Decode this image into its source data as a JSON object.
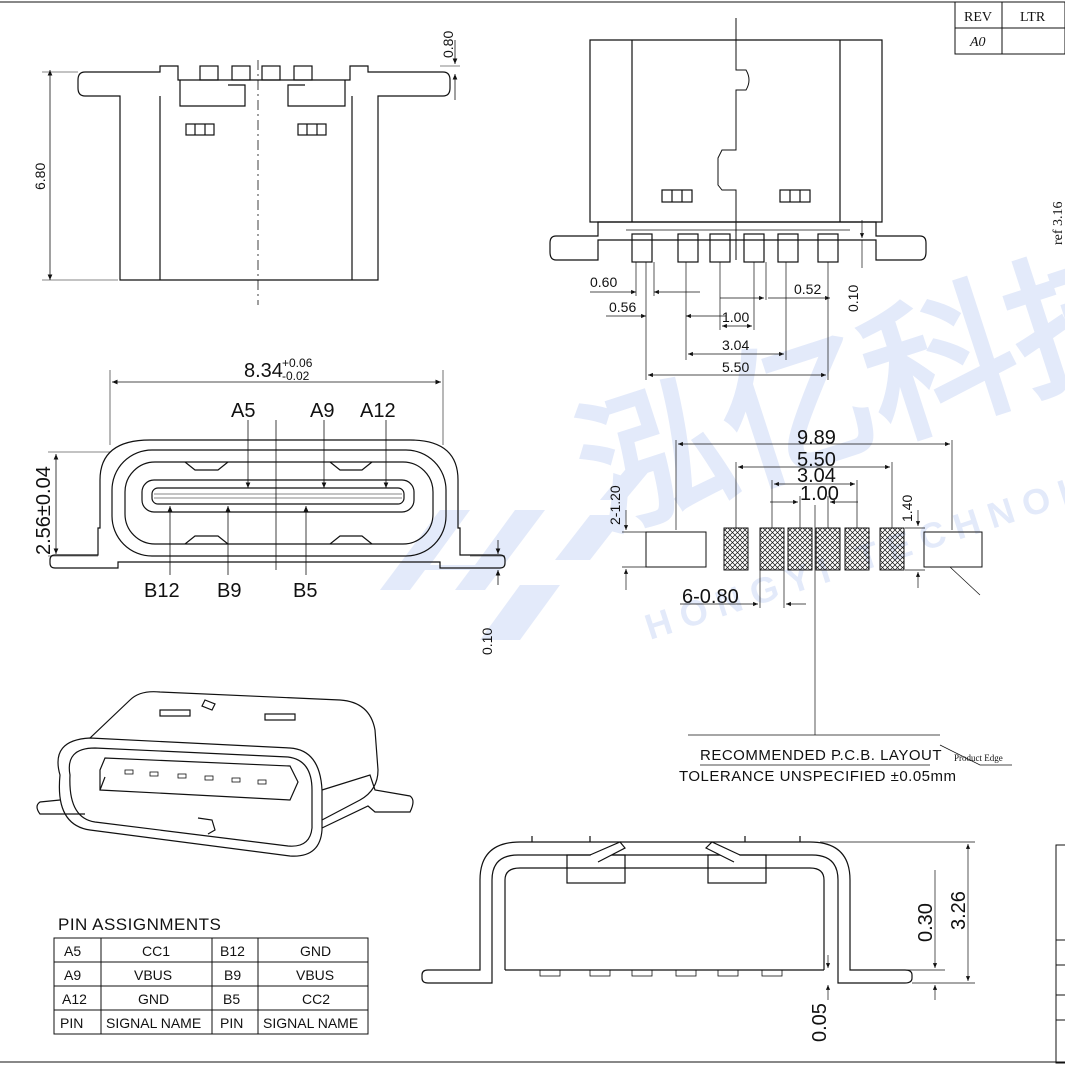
{
  "rev_table": {
    "rev_header": "REV",
    "ltr_header": "LTR",
    "rev_value": "A0"
  },
  "watermark": {
    "brand_cn": "泓亿科技",
    "brand_en": "HONGYI TECHNOLOGY"
  },
  "side_text": "ref 3.16",
  "views": {
    "top": {
      "dim_height": "6.80",
      "dim_top": "0.80"
    },
    "front_pins": {
      "d1": "0.60",
      "d2": "0.56",
      "d3": "1.00",
      "d4": "3.04",
      "d5": "5.50",
      "d6": "0.52",
      "d7": "0.10"
    },
    "end_view": {
      "width_main": "8.34",
      "width_tol_plus": "+0.06",
      "width_tol_minus": "-0.02",
      "height": "2.56±0.04",
      "foot": "0.10",
      "top_labels": [
        "A5",
        "A9",
        "A12"
      ],
      "bottom_labels": [
        "B12",
        "B9",
        "B5"
      ]
    },
    "pcb_layout": {
      "d_total": "9.89",
      "d_outer": "5.50",
      "d_mid": "3.04",
      "d_pitch": "1.00",
      "d_h1": "2-1.20",
      "d_h2": "1.40",
      "d_pad": "6-0.80",
      "title": "RECOMMENDED  P.C.B. LAYOUT",
      "tolerance": "TOLERANCE UNSPECIFIED ±0.05mm",
      "edge_note": "Product Edge"
    },
    "side": {
      "height": "3.26",
      "offset": "0.30",
      "foot": "0.05"
    }
  },
  "pin_table": {
    "title": "PIN  ASSIGNMENTS",
    "rows": [
      [
        "A5",
        "CC1",
        "B12",
        "GND"
      ],
      [
        "A9",
        "VBUS",
        "B9",
        "VBUS"
      ],
      [
        "A12",
        "GND",
        "B5",
        "CC2"
      ],
      [
        "PIN",
        "SIGNAL NAME",
        "PIN",
        "SIGNAL NAME"
      ]
    ]
  }
}
